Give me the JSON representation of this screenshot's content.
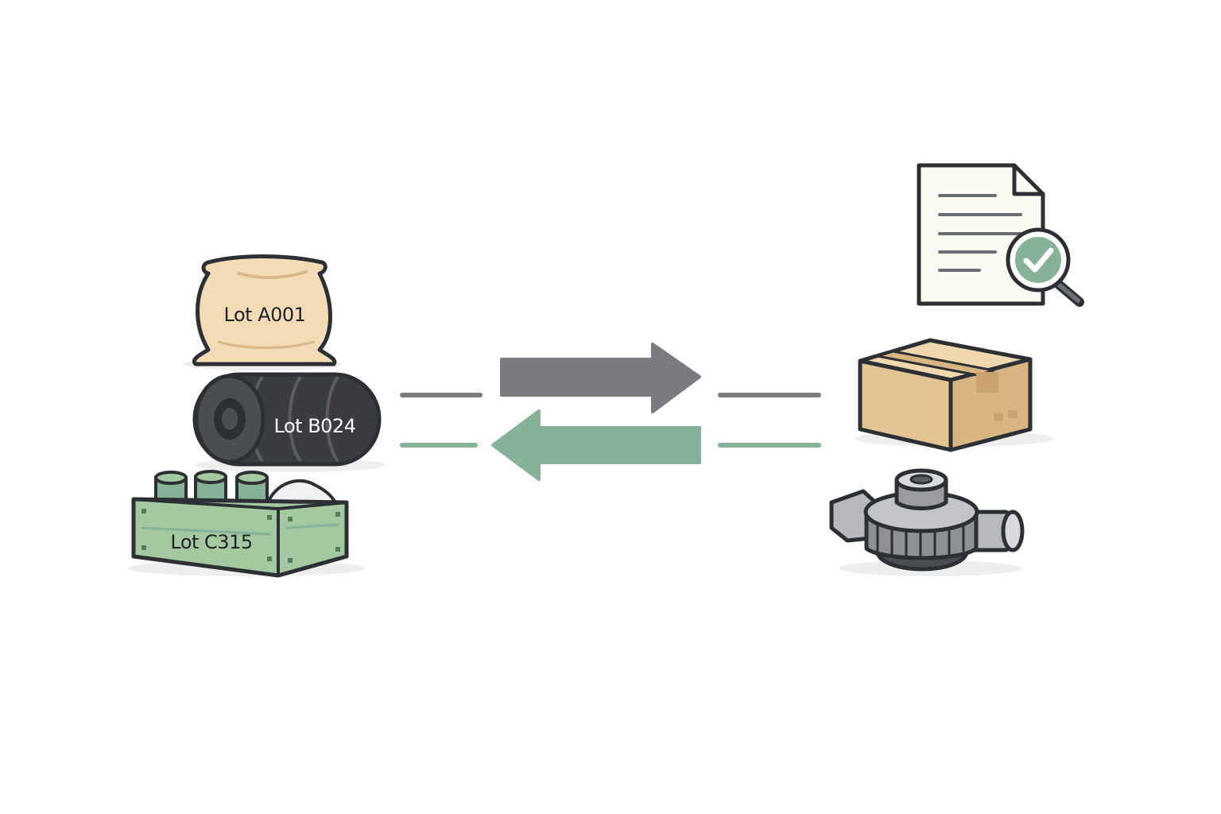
{
  "materials": {
    "bag": {
      "label": "Lot A001",
      "icon": "sack-icon",
      "fill": "#f3dbb5"
    },
    "roll": {
      "label": "Lot B024",
      "icon": "roll-icon",
      "fill": "#3a3c40"
    },
    "crate": {
      "label": "Lot C315",
      "icon": "crate-icon",
      "fill": "#a4c8a0"
    }
  },
  "flows": {
    "forward": {
      "direction": "right",
      "color": "#797b7e"
    },
    "backward": {
      "direction": "left",
      "color": "#86b398"
    }
  },
  "outputs": {
    "document": {
      "icon": "document-check-icon",
      "accent": "#86b398"
    },
    "box": {
      "icon": "box-icon",
      "fill": "#e3c493"
    },
    "part": {
      "icon": "gear-part-icon",
      "fill": "#9a9c9f"
    }
  },
  "colors": {
    "outline": "#2c2f33",
    "forward_line": "#797b7e",
    "backward_line": "#86b398"
  }
}
